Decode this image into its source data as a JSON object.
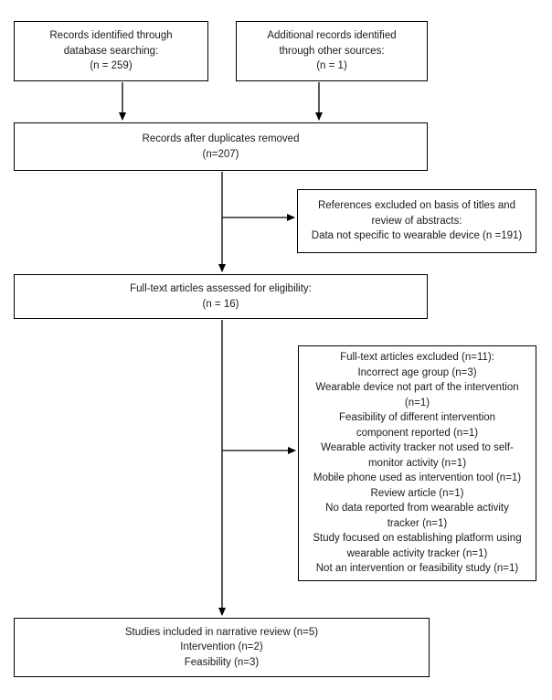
{
  "colors": {
    "border": "#000000",
    "connector": "#000000",
    "text": "#1a1a1a",
    "background": "#ffffff"
  },
  "nodes": {
    "records_identified": {
      "lines": [
        "Records identified through",
        "database searching:",
        "(n = 259)"
      ]
    },
    "additional_records": {
      "lines": [
        "Additional records identified",
        "through other sources:",
        "(n = 1)"
      ]
    },
    "duplicates_removed": {
      "lines": [
        "Records after duplicates removed",
        "(n=207)"
      ]
    },
    "references_excluded": {
      "lines": [
        "References excluded on basis of titles and",
        "review of abstracts:",
        "Data not specific to wearable device (n =191)"
      ]
    },
    "fulltext_assessed": {
      "lines": [
        "Full-text articles assessed for eligibility:",
        "(n = 16)"
      ]
    },
    "fulltext_excluded": {
      "lines": [
        "Full-text articles excluded (n=11):",
        "Incorrect age group (n=3)",
        "Wearable device not part of the intervention",
        "(n=1)",
        "Feasibility of different intervention",
        "component reported (n=1)",
        "Wearable activity tracker not used to self-",
        "monitor activity (n=1)",
        "Mobile phone used as intervention tool (n=1)",
        "Review article (n=1)",
        "No data reported from wearable activity",
        "tracker (n=1)",
        "Study focused on establishing platform using",
        "wearable activity tracker (n=1)",
        "Not an intervention or feasibility study (n=1)"
      ]
    },
    "studies_included": {
      "lines": [
        "Studies included in narrative review (n=5)",
        "Intervention (n=2)",
        "Feasibility (n=3)"
      ]
    }
  }
}
